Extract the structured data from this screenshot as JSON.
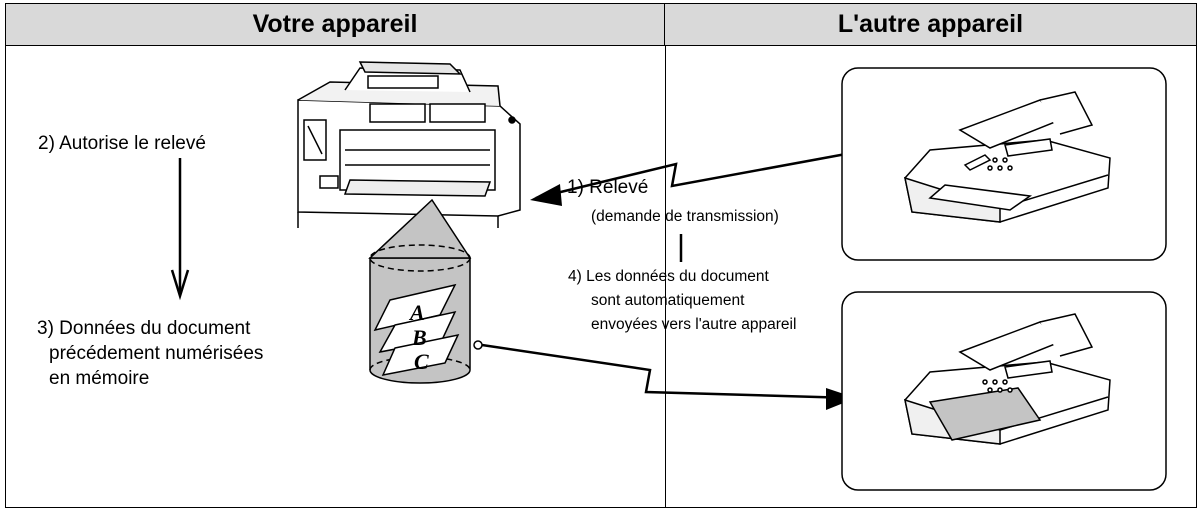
{
  "headers": {
    "left": "Votre appareil",
    "right": "L'autre appareil"
  },
  "steps": {
    "step1_title": "1) Relevé",
    "step1_sub": "(demande de transmission)",
    "step2": "2) Autorise le relevé",
    "step3_line1": "3) Données du document",
    "step3_line2": "précédement numérisées",
    "step3_line3": "en mémoire",
    "step4_line1": "4) Les données du document",
    "step4_line2": "sont automatiquement",
    "step4_line3": "envoyées vers l'autre appareil"
  },
  "memory_letters": [
    "A",
    "B",
    "C"
  ],
  "colors": {
    "header_bg": "#d9d9d9",
    "memory_gray": "#c4c4c4",
    "outline": "#000000"
  }
}
